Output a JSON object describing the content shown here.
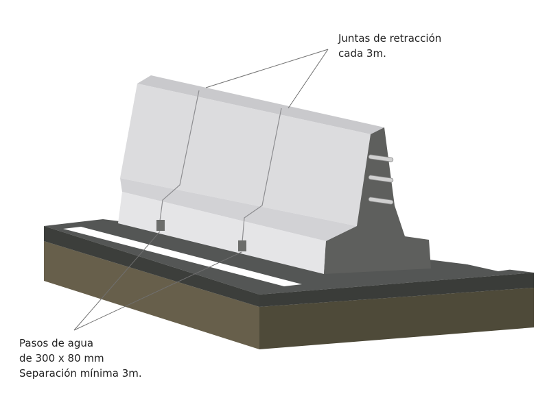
{
  "annotations": {
    "joints": {
      "lines": [
        "Juntas de retracción",
        "cada 3m."
      ]
    },
    "drains": {
      "lines": [
        "Pasos de agua",
        "de 300 x 80 mm",
        "Separación mínima 3m."
      ]
    }
  },
  "colors": {
    "soil": "#5f5947",
    "soil_dark": "#4c4837",
    "asphalt_top": "#555756",
    "asphalt_side": "#3d3f3c",
    "road_marking": "#ffffff",
    "barrier_light": "#d9d9db",
    "barrier_front": "#e6e6e8",
    "barrier_top": "#c8c8cb",
    "barrier_end": "#5f605e",
    "leader_line": "#6d6d6d",
    "text": "#222222"
  },
  "icons": {
    "anchor_slot": "horizontal-slot-icon",
    "drain_opening": "drain-opening-icon"
  }
}
